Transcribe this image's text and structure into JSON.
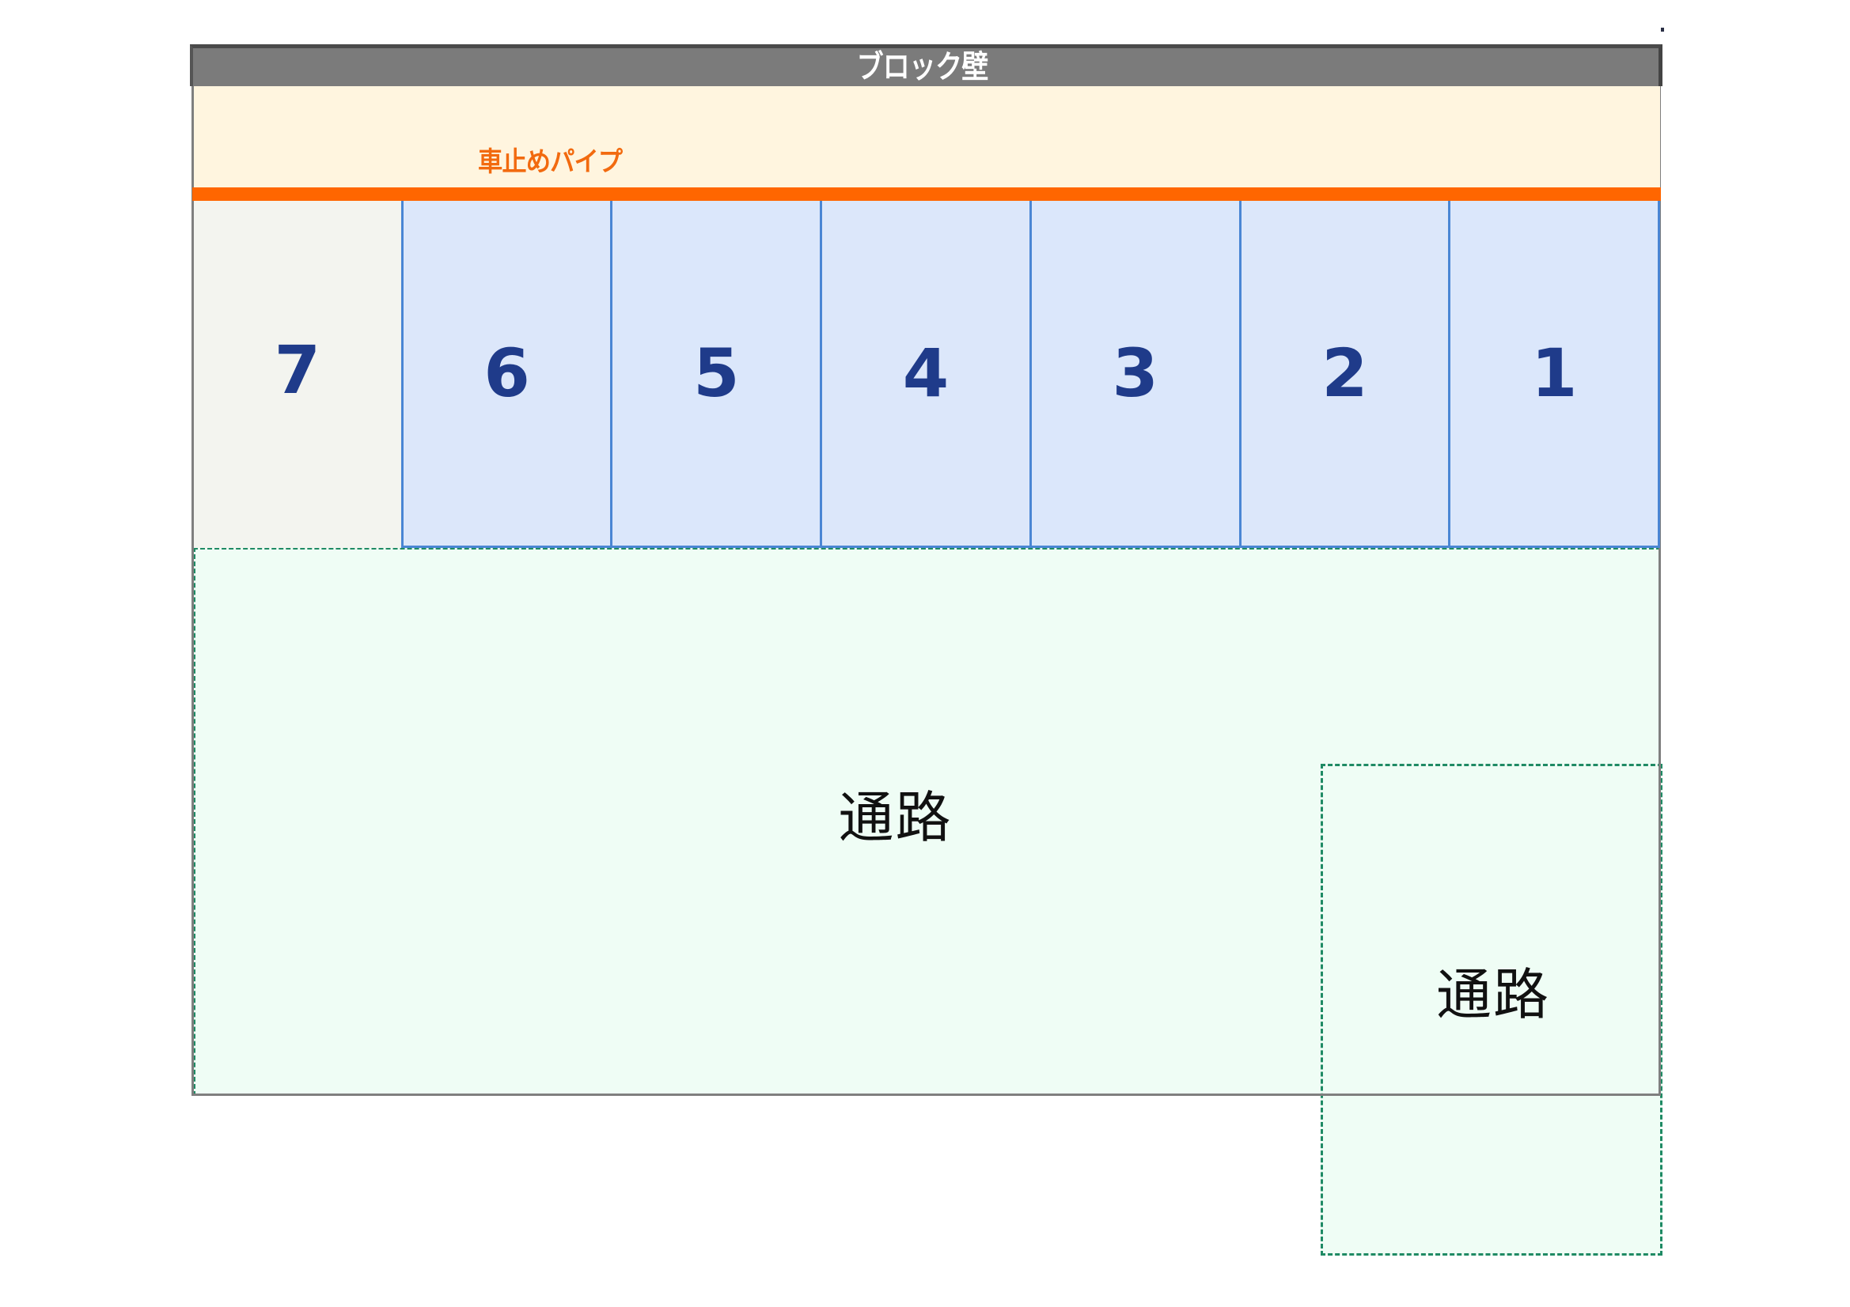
{
  "diagram": {
    "type": "parking_lot_layout",
    "block_wall": {
      "label": "ブロック壁",
      "color": "#7b7b7b"
    },
    "car_stop_pipe": {
      "label": "車止めパイプ",
      "color": "#ff6600",
      "label_color": "#f26a0f"
    },
    "cream_strip_color": "#fff5df",
    "spaces": [
      {
        "number": "7",
        "available": false,
        "color": "#f3f4ef"
      },
      {
        "number": "6",
        "available": true,
        "color": "#dce7fa"
      },
      {
        "number": "5",
        "available": true,
        "color": "#dae6fb"
      },
      {
        "number": "4",
        "available": true,
        "color": "#dce7fa"
      },
      {
        "number": "3",
        "available": true,
        "color": "#dae6fb"
      },
      {
        "number": "2",
        "available": true,
        "color": "#dce7fa"
      },
      {
        "number": "1",
        "available": true,
        "color": "#dae6fb"
      }
    ],
    "space_border_color": "#4a86d4",
    "space_number_color": "#1f3b8a",
    "walkways": [
      {
        "id": "main",
        "label": "通路"
      },
      {
        "id": "corner",
        "label": "通路"
      }
    ],
    "walkway_fill": "#effdf5",
    "walkway_border_color": "#1f8a64"
  }
}
